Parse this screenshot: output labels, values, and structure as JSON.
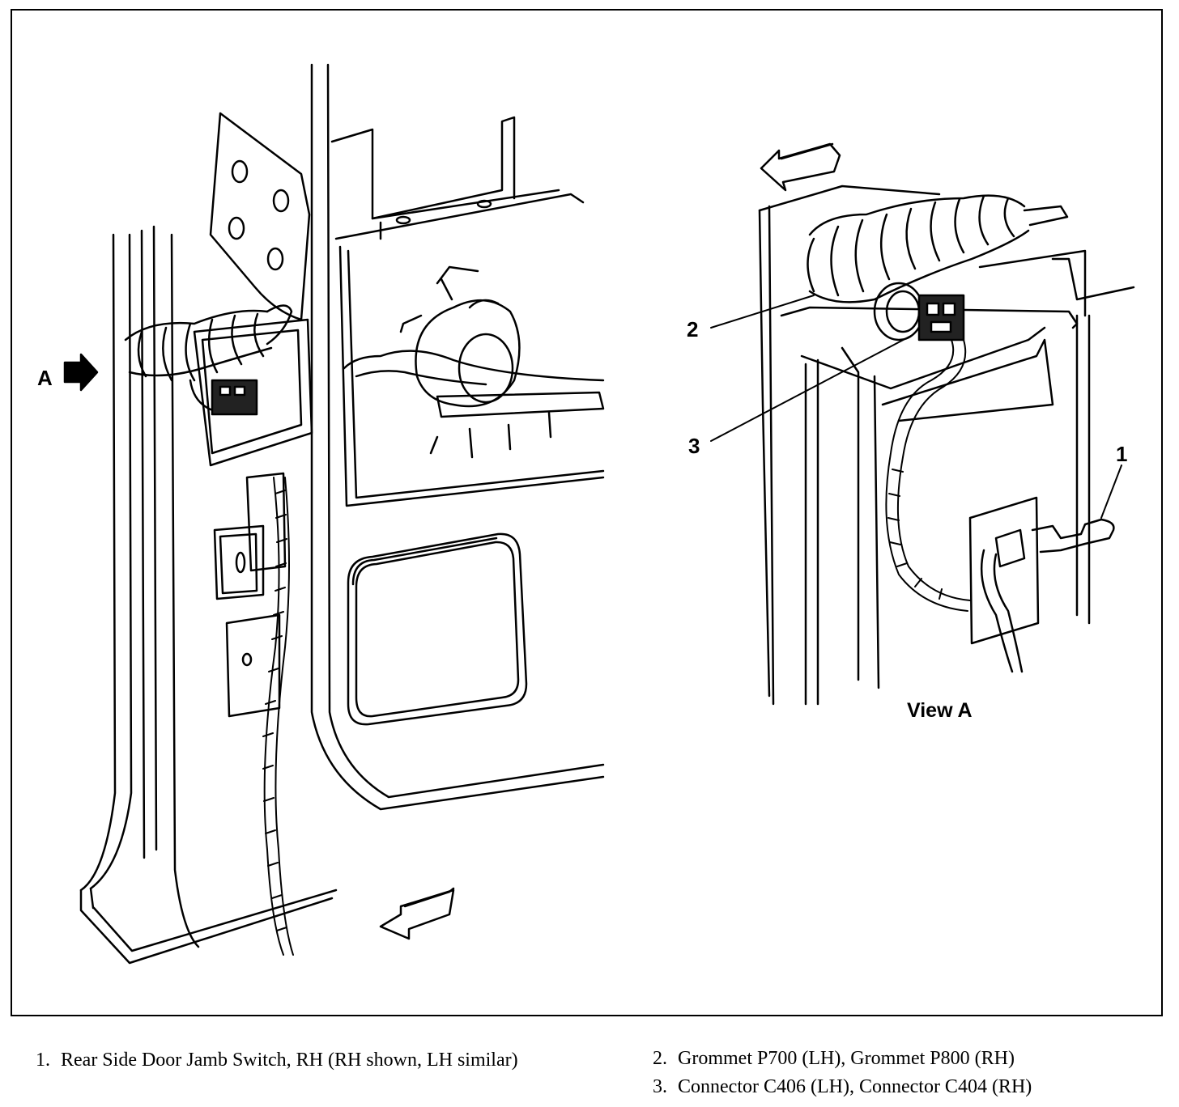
{
  "diagram": {
    "view_marker": "A",
    "view_label": "View A",
    "callouts": [
      "1",
      "2",
      "3"
    ]
  },
  "legend": [
    {
      "number": "1.",
      "text": "Rear Side Door Jamb Switch, RH (RH shown, LH similar)"
    },
    {
      "number": "2.",
      "text": "Grommet P700 (LH), Grommet P800 (RH)"
    },
    {
      "number": "3.",
      "text": "Connector C406 (LH), Connector C404 (RH)"
    }
  ]
}
